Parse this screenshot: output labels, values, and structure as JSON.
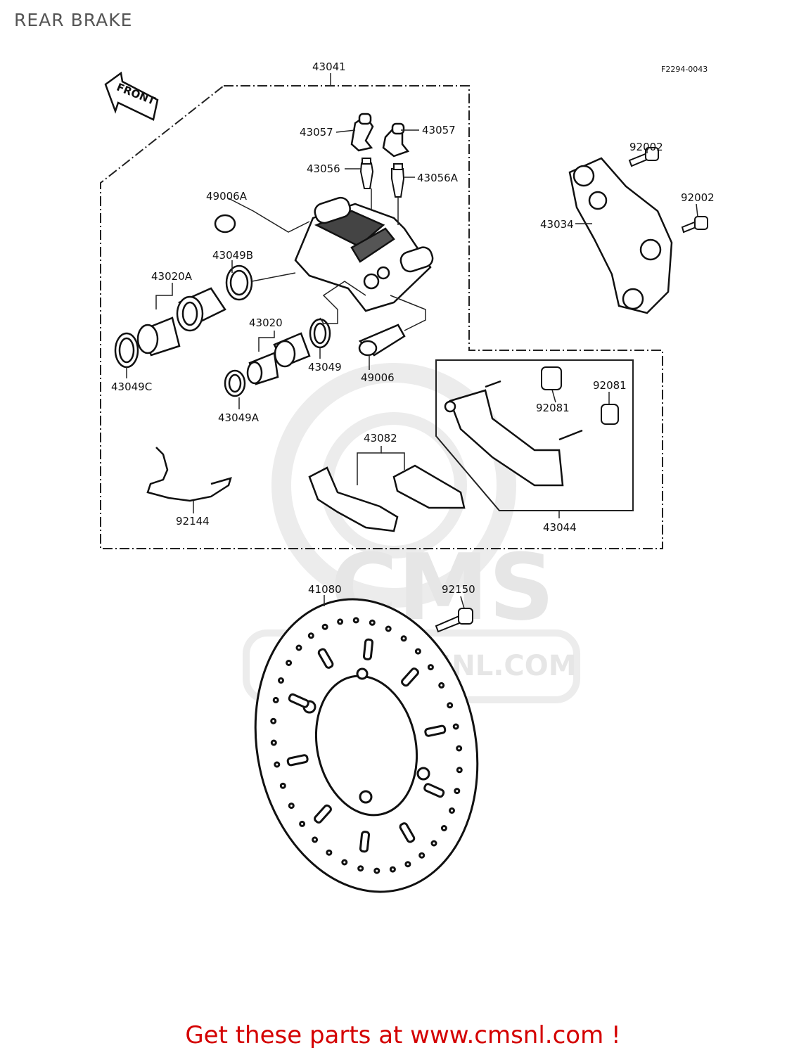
{
  "title": "REAR BRAKE",
  "ref_code": "F2294-0043",
  "front_label": "FRONT",
  "watermark": {
    "logo": "CMS",
    "url": "WWW.CMSNL.COM"
  },
  "parts": [
    {
      "id": "43041",
      "label": "43041"
    },
    {
      "id": "43057-left",
      "label": "43057"
    },
    {
      "id": "43057-right",
      "label": "43057"
    },
    {
      "id": "43056",
      "label": "43056"
    },
    {
      "id": "43056A",
      "label": "43056A"
    },
    {
      "id": "49006A",
      "label": "49006A"
    },
    {
      "id": "43049B",
      "label": "43049B"
    },
    {
      "id": "43020A",
      "label": "43020A"
    },
    {
      "id": "43020",
      "label": "43020"
    },
    {
      "id": "43049",
      "label": "43049"
    },
    {
      "id": "49006",
      "label": "49006"
    },
    {
      "id": "43049C",
      "label": "43049C"
    },
    {
      "id": "43049A",
      "label": "43049A"
    },
    {
      "id": "43082",
      "label": "43082"
    },
    {
      "id": "92144",
      "label": "92144"
    },
    {
      "id": "43034",
      "label": "43034"
    },
    {
      "id": "92002-top",
      "label": "92002"
    },
    {
      "id": "92002-bottom",
      "label": "92002"
    },
    {
      "id": "92081-left",
      "label": "92081"
    },
    {
      "id": "92081-right",
      "label": "92081"
    },
    {
      "id": "43044",
      "label": "43044"
    },
    {
      "id": "41080",
      "label": "41080"
    },
    {
      "id": "92150",
      "label": "92150"
    }
  ],
  "footer": "Get these parts at www.cmsnl.com !"
}
